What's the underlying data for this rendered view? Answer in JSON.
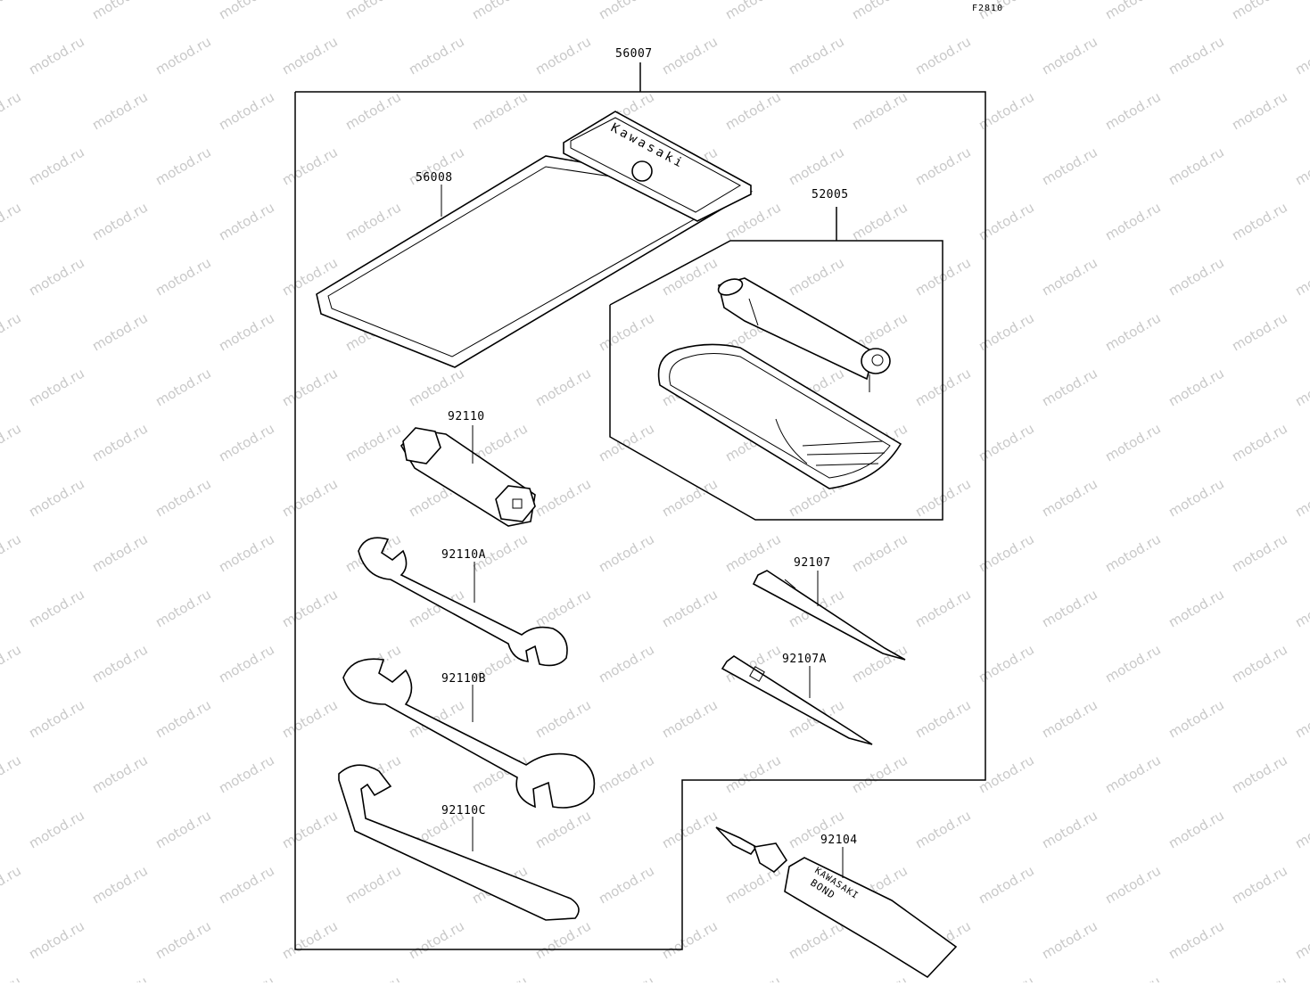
{
  "diagram": {
    "code": "F2810",
    "watermark_text": "motod.ru",
    "parts": {
      "kit": "56007",
      "tool_bag": "56008",
      "pump_set": "52005",
      "plug_wrench": "92110",
      "wrench_a": "92110A",
      "wrench_b": "92110B",
      "wrench_c": "92110C",
      "driver": "92107",
      "driver_a": "92107A",
      "bond": "92104"
    },
    "bag_brand": "Kawasaki",
    "bond_brand": "KAWASAKI",
    "bond_label": "BOND"
  }
}
